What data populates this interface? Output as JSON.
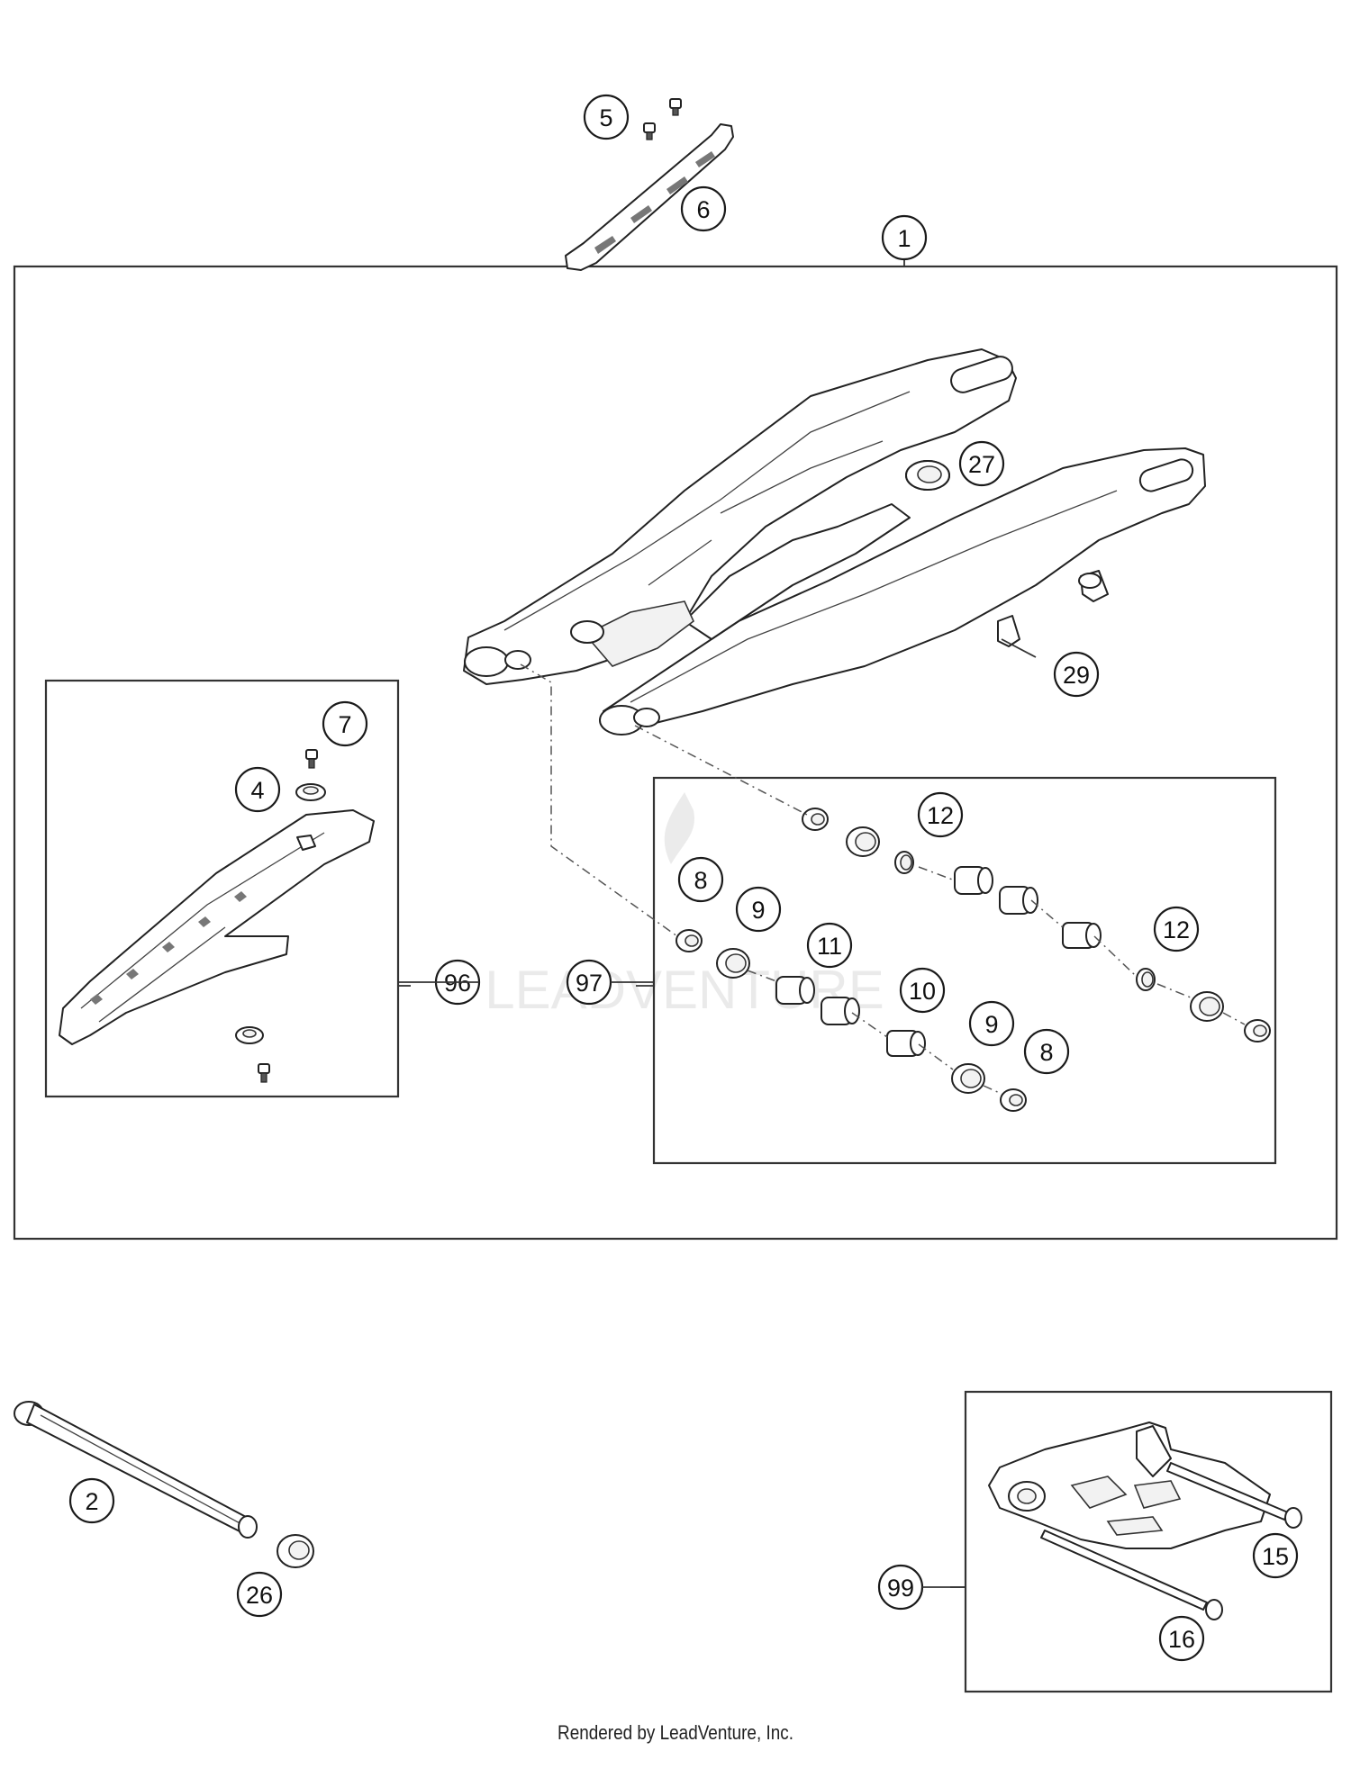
{
  "footer": {
    "credit": "Rendered by LeadVenture, Inc."
  },
  "callouts": [
    {
      "id": "c1",
      "label": "1"
    },
    {
      "id": "c2",
      "label": "2"
    },
    {
      "id": "c4",
      "label": "4"
    },
    {
      "id": "c5",
      "label": "5"
    },
    {
      "id": "c6",
      "label": "6"
    },
    {
      "id": "c7",
      "label": "7"
    },
    {
      "id": "c8a",
      "label": "8"
    },
    {
      "id": "c8b",
      "label": "8"
    },
    {
      "id": "c9a",
      "label": "9"
    },
    {
      "id": "c9b",
      "label": "9"
    },
    {
      "id": "c10",
      "label": "10"
    },
    {
      "id": "c11",
      "label": "11"
    },
    {
      "id": "c12a",
      "label": "12"
    },
    {
      "id": "c12b",
      "label": "12"
    },
    {
      "id": "c15",
      "label": "15"
    },
    {
      "id": "c16",
      "label": "16"
    },
    {
      "id": "c26",
      "label": "26"
    },
    {
      "id": "c27",
      "label": "27"
    },
    {
      "id": "c29",
      "label": "29"
    },
    {
      "id": "c96",
      "label": "96"
    },
    {
      "id": "c97",
      "label": "97"
    },
    {
      "id": "c99",
      "label": "99"
    }
  ],
  "icons": {
    "swingarm": "swingarm-icon",
    "chain-slider": "chain-slider-icon",
    "chain-guide": "chain-guide-icon",
    "axle": "swingarm-pivot-axle-icon",
    "bearing": "bearing-icon",
    "bolt": "bolt-icon"
  }
}
